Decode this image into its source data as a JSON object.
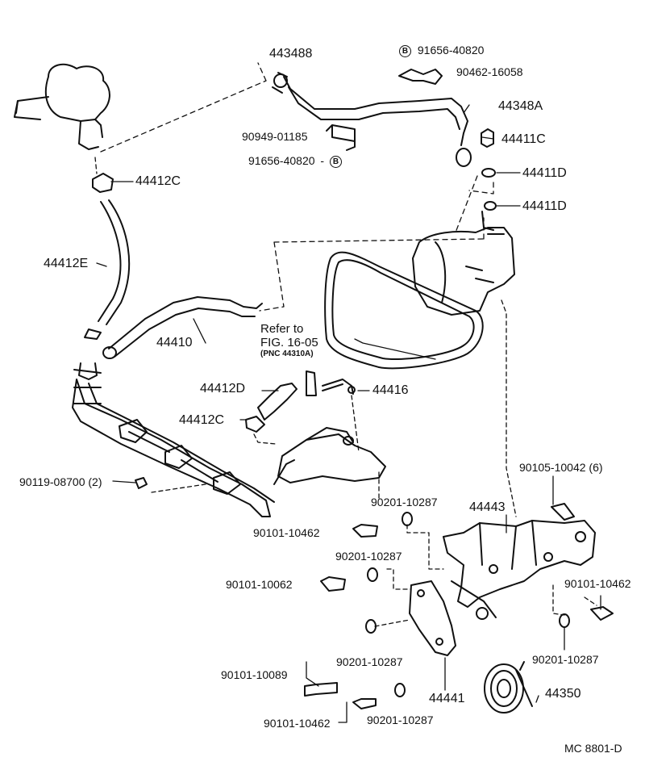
{
  "part_labels": {
    "p443488": "443488",
    "p91656_top": "91656-40820",
    "p90462": "90462-16058",
    "p44348A": "44348A",
    "p90949": "90949-01185",
    "p91656_mid": "91656-40820",
    "p44411C": "44411C",
    "p44411D_1": "44411D",
    "p44411D_2": "44411D",
    "p44412C_top": "44412C",
    "p44412E": "44412E",
    "p44410": "44410",
    "p44412D": "44412D",
    "p44416": "44416",
    "p44412C_mid": "44412C",
    "p90119": "90119-08700 (2)",
    "p90105": "90105-10042 (6)",
    "p90201_a": "90201-10287",
    "p44443": "44443",
    "p90101_10462_a": "90101-10462",
    "p90201_b": "90201-10287",
    "p90101_10062": "90101-10062",
    "p90101_10462_b": "90101-10462",
    "p90101_10089": "90101-10089",
    "p90201_c": "90201-10287",
    "p90201_d": "90201-10287",
    "p44441": "44441",
    "p44350": "44350",
    "p90101_10462_c": "90101-10462",
    "p90201_e": "90201-10287"
  },
  "reference_note": {
    "line1": "Refer to",
    "line2": "FIG. 16-05",
    "line3": "(PNC 44310A)"
  },
  "bolt_marker": "B",
  "diagram_code": "MC 8801-D"
}
